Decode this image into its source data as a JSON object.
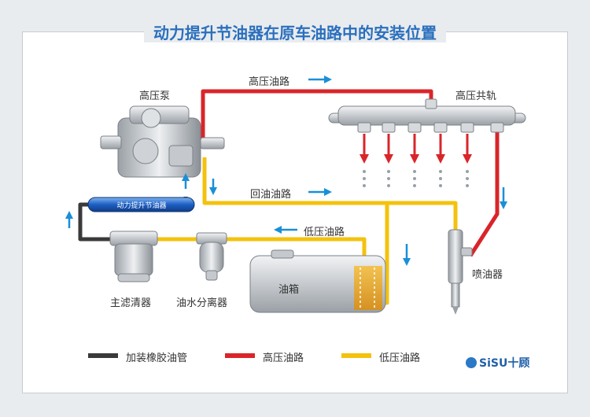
{
  "title": "动力提升节油器在原车油路中的安装位置",
  "labels": {
    "high_pressure_pump": "高压泵",
    "high_pressure_line": "高压油路",
    "common_rail": "高压共轨",
    "return_line": "回油油路",
    "low_pressure_line": "低压油路",
    "device": "动力提升节油器",
    "main_filter": "主滤清器",
    "water_separator": "油水分离器",
    "tank": "油箱",
    "injector": "喷油器"
  },
  "legend": [
    {
      "label": "加装橡胶油管",
      "color": "#3a3a3a"
    },
    {
      "label": "高压油路",
      "color": "#d9252a"
    },
    {
      "label": "低压油路",
      "color": "#f4c20d"
    }
  ],
  "brand": "SiSU十顾",
  "colors": {
    "high": "#d9252a",
    "low": "#f4c20d",
    "rubber": "#3a3a3a",
    "arrow": "#1a8fd8",
    "title": "#2a6fbd"
  }
}
